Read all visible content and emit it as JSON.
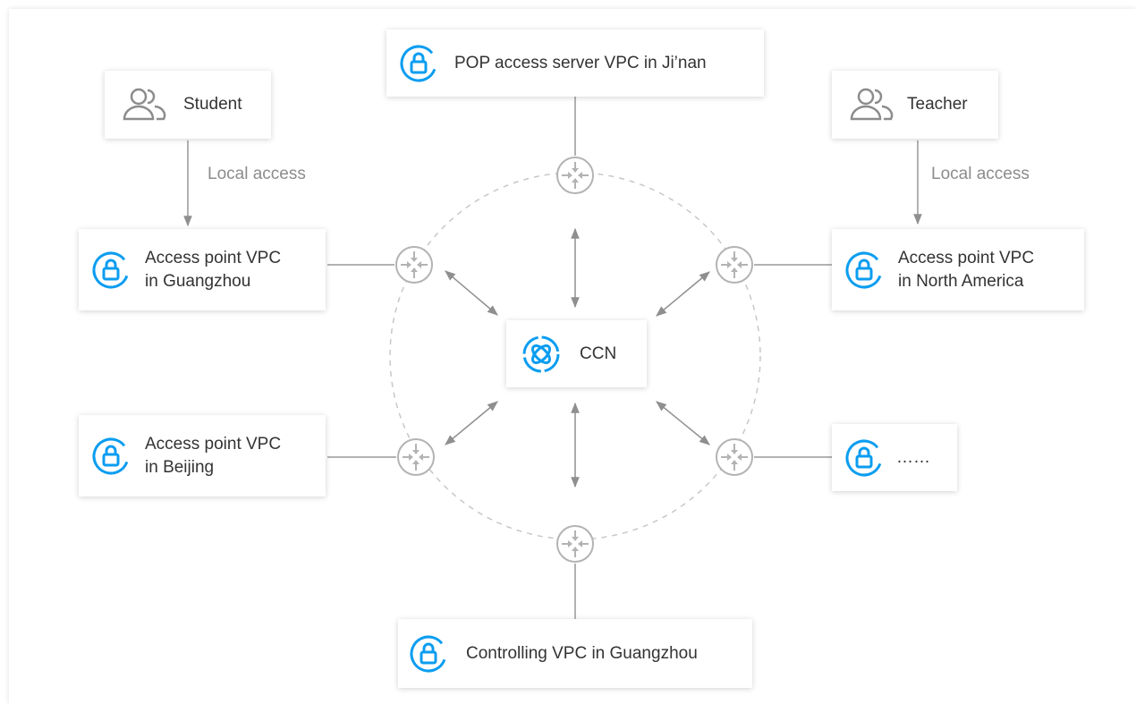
{
  "nodes": {
    "pop": {
      "label": "POP access server VPC in Ji’nan"
    },
    "student": {
      "label": "Student"
    },
    "teacher": {
      "label": "Teacher"
    },
    "guangzhou_ap": {
      "label": "Access point VPC\nin Guangzhou"
    },
    "north_america_ap": {
      "label": "Access point VPC\nin North America"
    },
    "ccn": {
      "label": "CCN"
    },
    "beijing_ap": {
      "label": "Access point VPC\nin Beijing"
    },
    "more": {
      "label": "……"
    },
    "controlling": {
      "label": "Controlling VPC in Guangzhou"
    }
  },
  "edge_labels": {
    "student_local": "Local access",
    "teacher_local": "Local access"
  },
  "colors": {
    "accent": "#0a9df0",
    "line": "#999999",
    "router": "#b3b3b3",
    "user_icon": "#8c8c8c"
  }
}
